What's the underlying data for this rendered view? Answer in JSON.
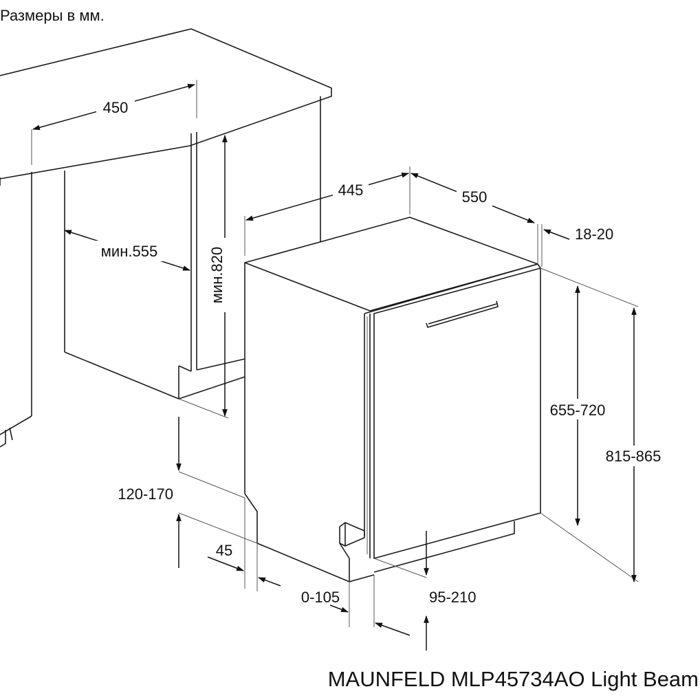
{
  "header": {
    "units_note": "Размеры в мм."
  },
  "dimensions": {
    "cabinet_width": "450",
    "niche_depth_min": "мин.555",
    "niche_height_min": "мин.820",
    "appliance_width": "445",
    "appliance_depth": "550",
    "door_gap": "18-20",
    "door_height": "655-720",
    "total_height": "815-865",
    "plinth_height": "120-170",
    "plinth_offset": "45",
    "plinth_setback": "0-105",
    "foot_adjust": "95-210"
  },
  "footer": {
    "model_name": "MAUNFELD MLP45734AO Light Beam"
  }
}
